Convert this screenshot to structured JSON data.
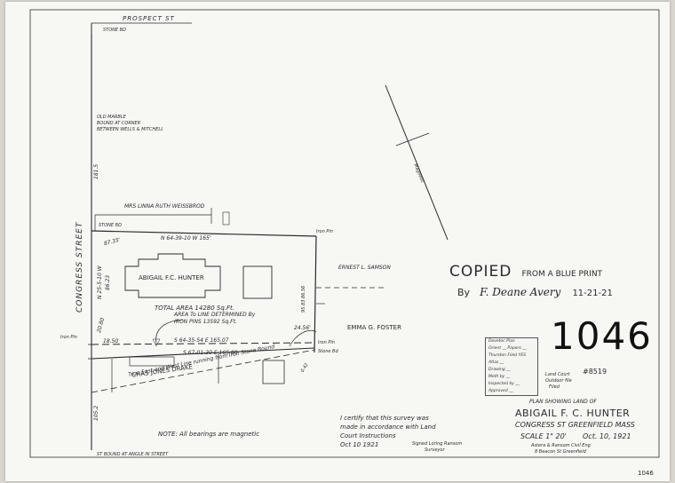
{
  "streets": {
    "prospect": "PROSPECT ST",
    "congress": "CONGRESS STREET"
  },
  "plan_labels": {
    "stone_bd_top": "STONE BD",
    "old_marble": "OLD MARBLE",
    "bound_at_corner": "BOUND AT CORNER",
    "between": "BETWEEN WELLS & MITCHELL",
    "dim_181_5": "181.5",
    "weissbrod": "MRS LINNA RUTH WEISSBROD",
    "stone_bd_mid": "STONE BD",
    "bearing_top": "N 64-39-10 W  165'",
    "iron_pin_right": "Iron Pin",
    "dim_87_35": "87.35'",
    "bearing_left": "N 25-5-10 W",
    "dim_8623": "86.23",
    "owner_house": "ABIGAIL F.C. HUNTER",
    "samson": "ERNEST L. SAMSON",
    "total_area": "TOTAL AREA  14280 Sq.Ft.",
    "area_line": "AREA To LINE DETERMINED By",
    "iron_pins": "IRON PINS 13592 Sq.Ft.",
    "foster": "EMMA G. FOSTER",
    "iron_pin_left": "Iron Pin",
    "dim_20_80": "20.80",
    "dim_18_50": "18.50",
    "bearing_s1": "S 64-35-54 E  165.07",
    "bearing_s2": "S 67-01-30 E  165.80",
    "iron_pin_se": "Iron Pin",
    "stone_bd_se": "Stone Bd",
    "side_dim": "95.83  86.56",
    "dim_2456": "24.56'",
    "dim_042": "0.42",
    "drake": "CHAS JONES DRAKE",
    "true_line": "True East and West Line running from Iron Stone Bound",
    "dim_105_2": "105.2",
    "st_bound": "ST BOUND AT ANGLE IN STREET",
    "note": "NOTE: All bearings are magnetic",
    "magnetic": "Magnetic",
    "scale_small": "SCALE 1\" 20'"
  },
  "copied": {
    "line1": "COPIED",
    "line1b": "FROM A BLUE PRINT",
    "by": "By",
    "signature": "F. Deane Avery",
    "date": "11-21-21"
  },
  "plan_number": "1046",
  "stamp": {
    "rows": [
      "Dovetec Plan",
      "Orient __ Papers __",
      "Thurston Filed YES",
      "Atlas __",
      "Drawing __",
      "Meth by __",
      "Inspected by __",
      "Approved __"
    ]
  },
  "land_court": {
    "line1": "Land Court",
    "line2": "Outdoor file",
    "line3": "Filed"
  },
  "ref_number": "#8519",
  "certification": {
    "line1": "I certify that this survey was",
    "line2": "made in accordance with Land",
    "line3": "Court Instructions",
    "date": "Oct 10 1921",
    "signed": "Signed Loring Ransom",
    "role": "Surveyor"
  },
  "title_block": {
    "line1": "PLAN SHOWING LAND OF",
    "name": "ABIGAIL F. C. HUNTER",
    "location": "CONGRESS ST  GREENFIELD MASS",
    "scale": "SCALE 1\" 20'",
    "date": "Oct. 10, 1921",
    "firm": "Astera & Ransom  Civil Eng",
    "address": "8 Beacon St   Greenfield"
  },
  "corner_number": "1046"
}
